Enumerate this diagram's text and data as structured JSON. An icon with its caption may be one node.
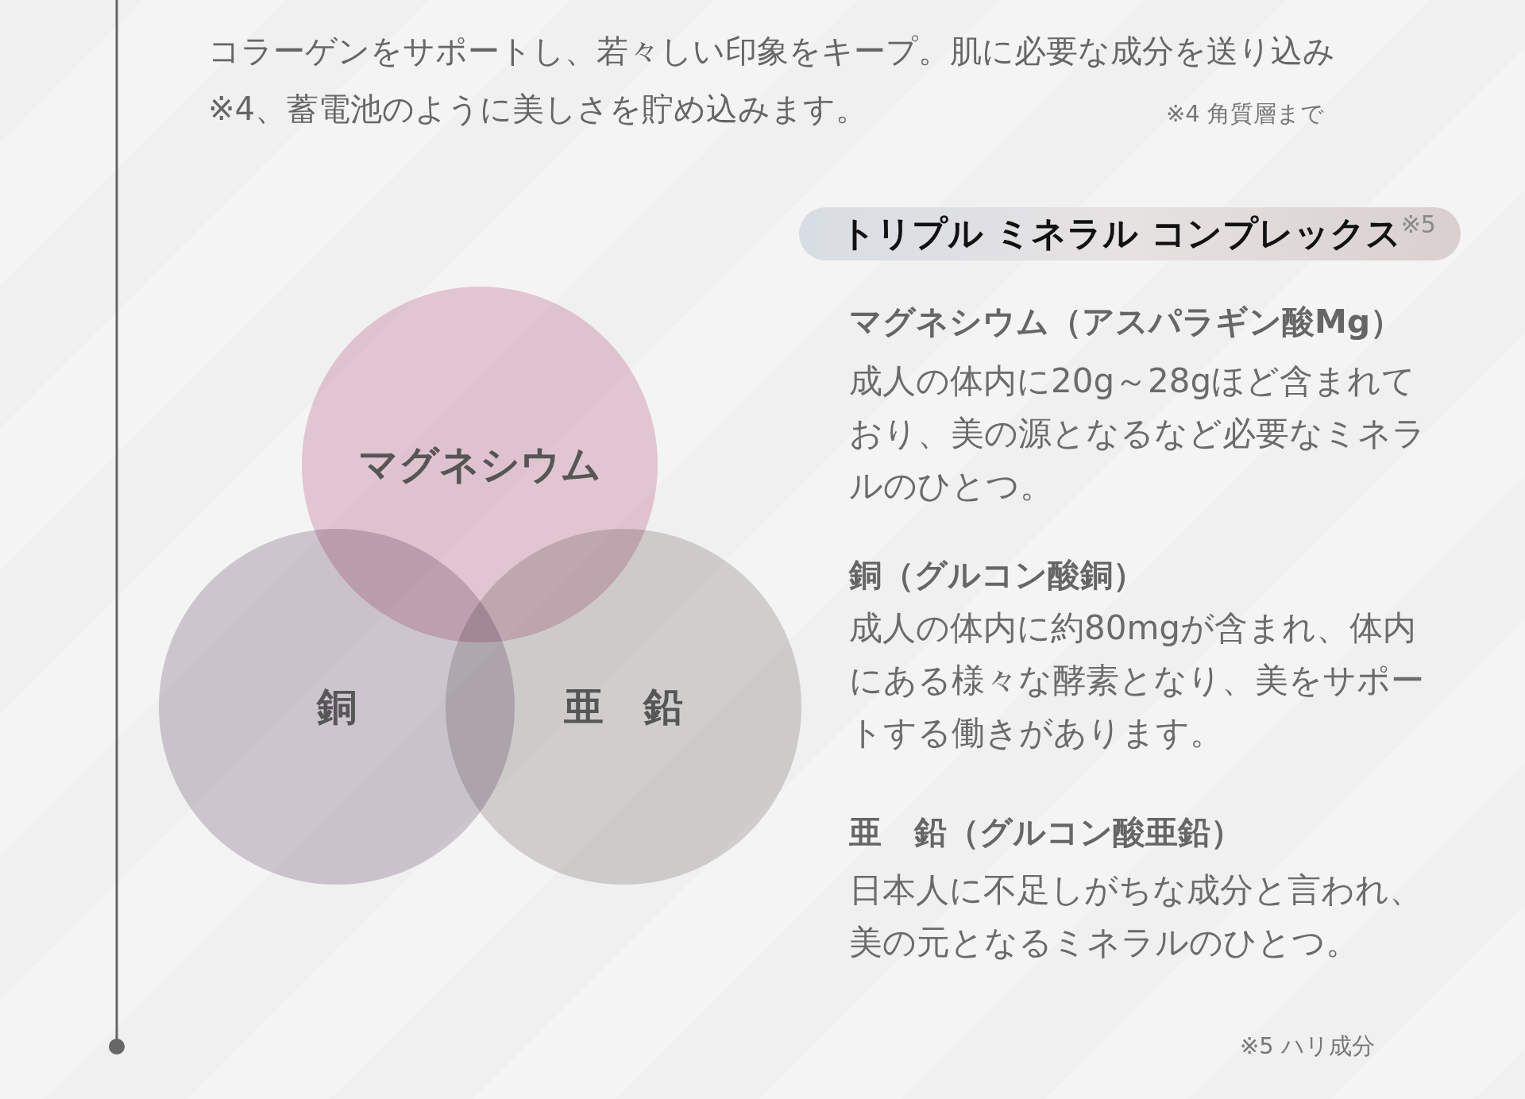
{
  "diagram": {
    "nodes": [
      {
        "text": [
          "マグネシウム"
        ]
      },
      {
        "text": [
          "銅"
        ]
      },
      {
        "text": [
          "亜　鉛"
        ]
      },
      {
        "text": [
          "トリプル ミネラル コンプレックス$^{※5}$"
        ]
      }
    ],
    "labels": [
      "コラーゲンをサポートし、若々しい印象をキープ。肌に必要な成分を送り込み※4、蓄電池のように美しさを貯め込みます。",
      "※4 角質層まで",
      "マグネシウム（アスパラギン酸Mg）",
      "成人の体内に20g～28gほど含まれており、美の源となるなど必要なミネラルのひとつ。",
      "銅（グルコン酸銅）",
      "成人の体内に約80mgが含まれ、体内にある様々な酵素となり、美をサポートする働きがあります。",
      "亜　鉛（グルコン酸亜鉛）",
      "日本人に不足しがちな成分と言われ、美の元となるミネラルのひとつ。",
      "※5 ハリ成分"
    ]
  }
}
